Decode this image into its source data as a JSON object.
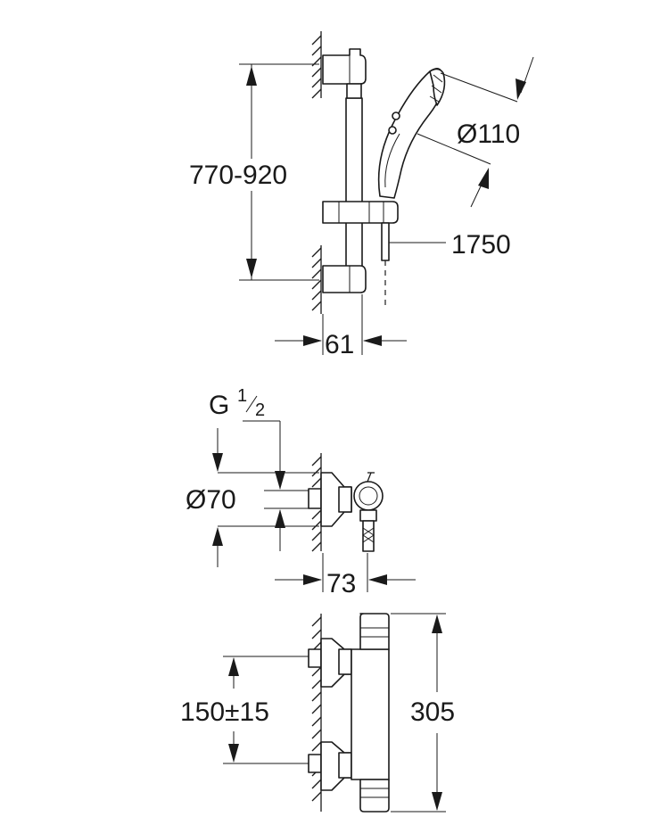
{
  "dimensions": {
    "rail_height": "770-920",
    "handshower_diameter": "Ø110",
    "hose_length": "1750",
    "rail_projection": "61",
    "thread": "G",
    "thread_numerator": "1",
    "thread_denominator": "2",
    "rosette_diameter": "Ø70",
    "mixer_projection": "73",
    "center_distance": "150±15",
    "mixer_length": "305"
  }
}
